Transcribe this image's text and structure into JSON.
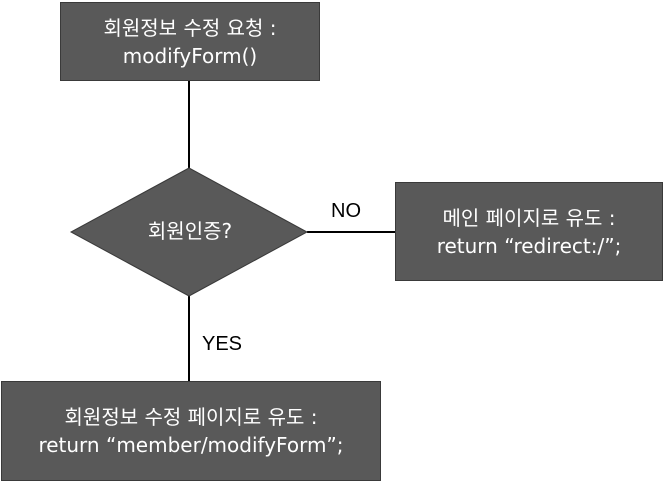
{
  "nodes": {
    "start": {
      "line1": "회원정보 수정 요청 :",
      "line2": "modifyForm()"
    },
    "decision": {
      "label": "회원인증?"
    },
    "no_branch": {
      "line1": "메인 페이지로 유도 :",
      "line2": "return “redirect:/”;"
    },
    "yes_branch": {
      "line1": "회원정보 수정 페이지로 유도 :",
      "line2": "return “member/modifyForm”;"
    }
  },
  "edges": {
    "no_label": "NO",
    "yes_label": "YES"
  },
  "colors": {
    "node_fill": "#595959",
    "node_text": "#ffffff",
    "connector": "#000000"
  }
}
